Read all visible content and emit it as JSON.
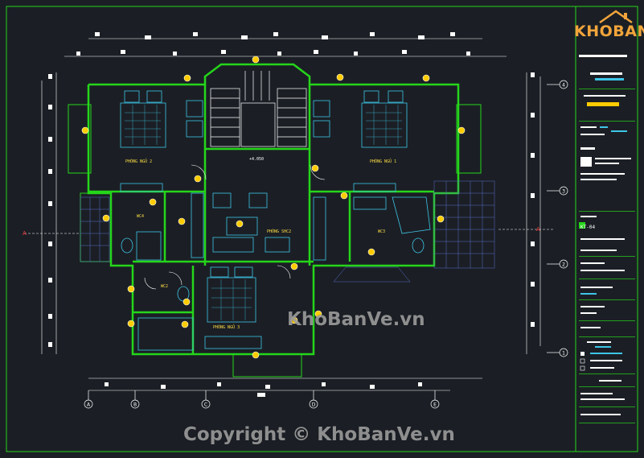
{
  "logo": {
    "text_khob": "KHO",
    "text_banve": "BANVE"
  },
  "watermark": {
    "center": "KhoBanVe.vn",
    "bottom": "Copyright © KhoBanVe.vn"
  },
  "rooms": {
    "bedroom_2": "PHÒNG NGỦ 2",
    "bedroom_1": "PHÒNG NGỦ 1",
    "bedroom_3": "PHÒNG NGỦ 3",
    "family_room": "PHÒNG SHC2",
    "wc4": "WC4",
    "wc3": "WC3",
    "wc2": "WC2"
  },
  "level_mark": "+4.050",
  "title_block_sheet": "KT-04",
  "axes_bottom": [
    "A",
    "B",
    "C",
    "D",
    "E"
  ],
  "axes_right": [
    "4",
    "3",
    "2",
    "1"
  ],
  "section_marks": [
    "A",
    "A"
  ],
  "colors": {
    "background": "#1b1f25",
    "wall": "#25d61a",
    "furniture": "#3ec5e6",
    "tag": "#ffcc00",
    "text": "#ffffff",
    "logo": "#f2a53b",
    "hatch": "#5a6fc8"
  }
}
